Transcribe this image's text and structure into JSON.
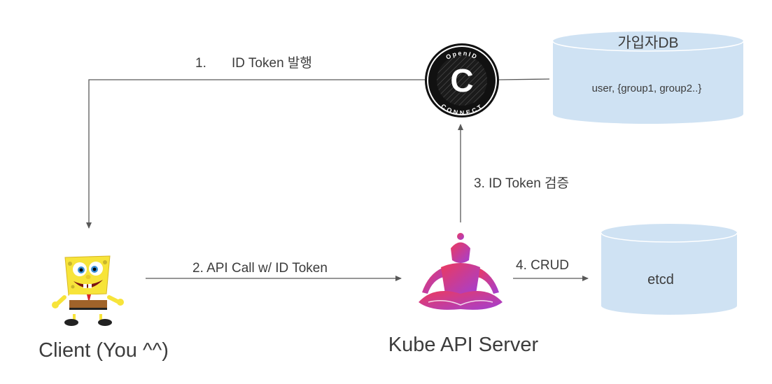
{
  "nodes": {
    "client": {
      "label": "Client (You ^^)"
    },
    "api_server": {
      "label": "Kube API Server"
    },
    "user_db": {
      "label": "가입자DB",
      "content": "user, {group1, group2..}"
    },
    "etcd": {
      "label": "etcd"
    },
    "oidc": {
      "logo_text_top": "OpenID",
      "logo_text_bottom": "CONNECT",
      "logo_letter": "C"
    }
  },
  "edges": {
    "issue_token": {
      "number": "1.",
      "label": "ID Token 발행"
    },
    "api_call": {
      "label": "2. API Call w/ ID Token"
    },
    "verify_token": {
      "label": "3. ID Token 검증"
    },
    "crud": {
      "label": "4. CRUD"
    }
  },
  "colors": {
    "cylinder_fill": "#cfe2f3",
    "line": "#595959",
    "oidc_black": "#111111",
    "guru_gradient_start": "#e6326e",
    "guru_gradient_end": "#a33bd1",
    "sponge_yellow": "#f7e43a"
  }
}
